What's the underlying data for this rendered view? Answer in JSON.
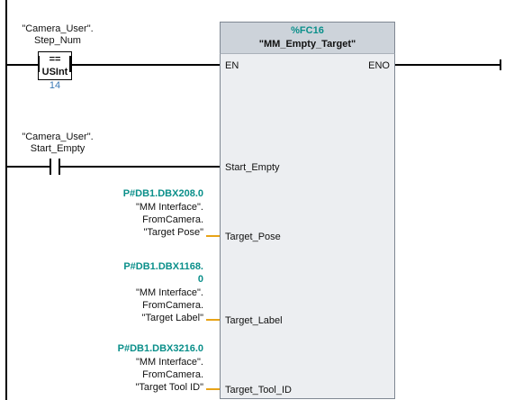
{
  "network": {
    "compare": {
      "operand_line1": "\"Camera_User\".",
      "operand_line2": "Step_Num",
      "operator": "==",
      "datatype": "USInt",
      "value": "14"
    },
    "contact": {
      "operand_line1": "\"Camera_User\".",
      "operand_line2": "Start_Empty"
    },
    "function_block": {
      "address": "%FC16",
      "name": "\"MM_Empty_Target\"",
      "en_label": "EN",
      "eno_label": "ENO",
      "inputs": [
        {
          "pin": "Start_Empty"
        },
        {
          "pin": "Target_Pose",
          "address": "P#DB1.DBX208.0",
          "param_lines": [
            "\"MM Interface\".",
            "FromCamera.",
            "\"Target Pose\""
          ]
        },
        {
          "pin": "Target_Label",
          "address_line1": "P#DB1.DBX1168.",
          "address_line2": "0",
          "param_lines": [
            "\"MM Interface\".",
            "FromCamera.",
            "\"Target Label\""
          ]
        },
        {
          "pin": "Target_Tool_ID",
          "address": "P#DB1.DBX3216.0",
          "param_lines": [
            "\"MM Interface\".",
            "FromCamera.",
            "\"Target Tool ID\""
          ]
        }
      ]
    }
  },
  "colors": {
    "address_teal": "#0a8f8a",
    "constant_blue": "#3a78b5",
    "connector_orange": "#e8a317",
    "block_header": "#cdd3da",
    "block_body": "#eceef1"
  }
}
